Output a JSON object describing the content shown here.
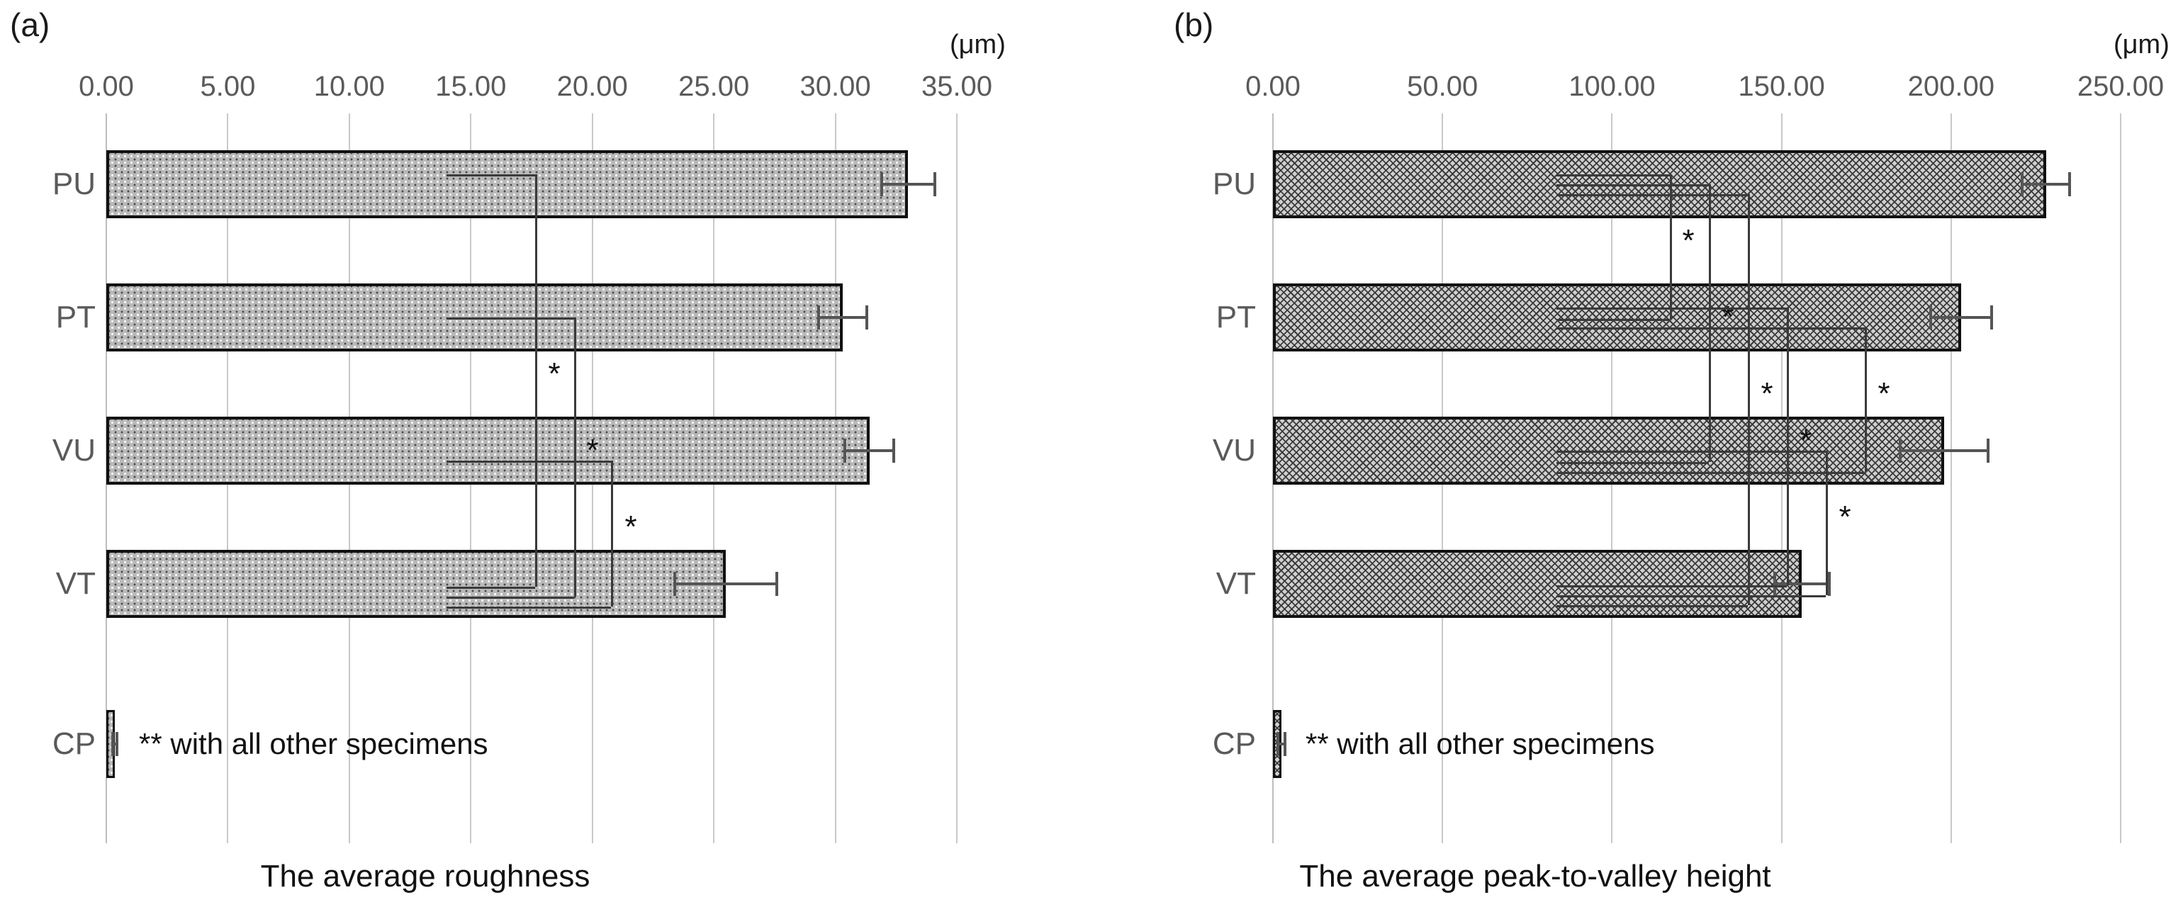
{
  "figure": {
    "panels": [
      {
        "letter": "(a)",
        "unit": "(μm)",
        "axis_title": "The average roughness",
        "note": "** with all other specimens",
        "chart_data": {
          "type": "bar",
          "orientation": "horizontal",
          "title": "The average roughness",
          "xlabel": "(μm)",
          "ylabel": "",
          "xlim": [
            0,
            35
          ],
          "xticks": [
            0,
            5,
            10,
            15,
            20,
            25,
            30,
            35
          ],
          "xticklabels": [
            "0.00",
            "5.00",
            "10.00",
            "15.00",
            "20.00",
            "25.00",
            "30.00",
            "35.00"
          ],
          "categories": [
            "PU",
            "PT",
            "VU",
            "VT",
            "CP"
          ],
          "values": [
            33.0,
            30.3,
            31.4,
            25.5,
            0.35
          ],
          "errors": [
            1.1,
            1.0,
            1.0,
            2.1,
            0.1
          ],
          "grid": true,
          "legend": "none",
          "significance": [
            {
              "from": "PU",
              "to": "VT",
              "mark": "*"
            },
            {
              "from": "PT",
              "to": "VT",
              "mark": "*"
            },
            {
              "from": "VU",
              "to": "VT",
              "mark": "*"
            }
          ]
        }
      },
      {
        "letter": "(b)",
        "unit": "(μm)",
        "axis_title": "The average peak-to-valley height",
        "note": "** with all other specimens",
        "chart_data": {
          "type": "bar",
          "orientation": "horizontal",
          "title": "The average peak-to-valley height",
          "xlabel": "(μm)",
          "ylabel": "",
          "xlim": [
            0,
            250
          ],
          "xticks": [
            0,
            50,
            100,
            150,
            200,
            250
          ],
          "xticklabels": [
            "0.00",
            "50.00",
            "100.00",
            "150.00",
            "200.00",
            "250.00"
          ],
          "categories": [
            "PU",
            "PT",
            "VU",
            "VT",
            "CP"
          ],
          "values": [
            228.0,
            203.0,
            198.0,
            156.0,
            2.5
          ],
          "errors": [
            7.0,
            9.0,
            13.0,
            8.0,
            1.0
          ],
          "grid": true,
          "legend": "none",
          "significance": [
            {
              "from": "PU",
              "to": "PT",
              "mark": "*"
            },
            {
              "from": "PU",
              "to": "VU",
              "mark": "*"
            },
            {
              "from": "PU",
              "to": "VT",
              "mark": "*"
            },
            {
              "from": "PT",
              "to": "VT",
              "mark": "*"
            },
            {
              "from": "VU",
              "to": "VT",
              "mark": "*"
            },
            {
              "from": "PT",
              "to": "VU",
              "mark": "*"
            }
          ]
        }
      }
    ],
    "colors": {
      "bar_border": "#111111",
      "bar_fill": "#b9b9b9",
      "gridline": "#c9c9c9",
      "tick_text": "#5a5a5a",
      "body_text": "#111111"
    }
  }
}
